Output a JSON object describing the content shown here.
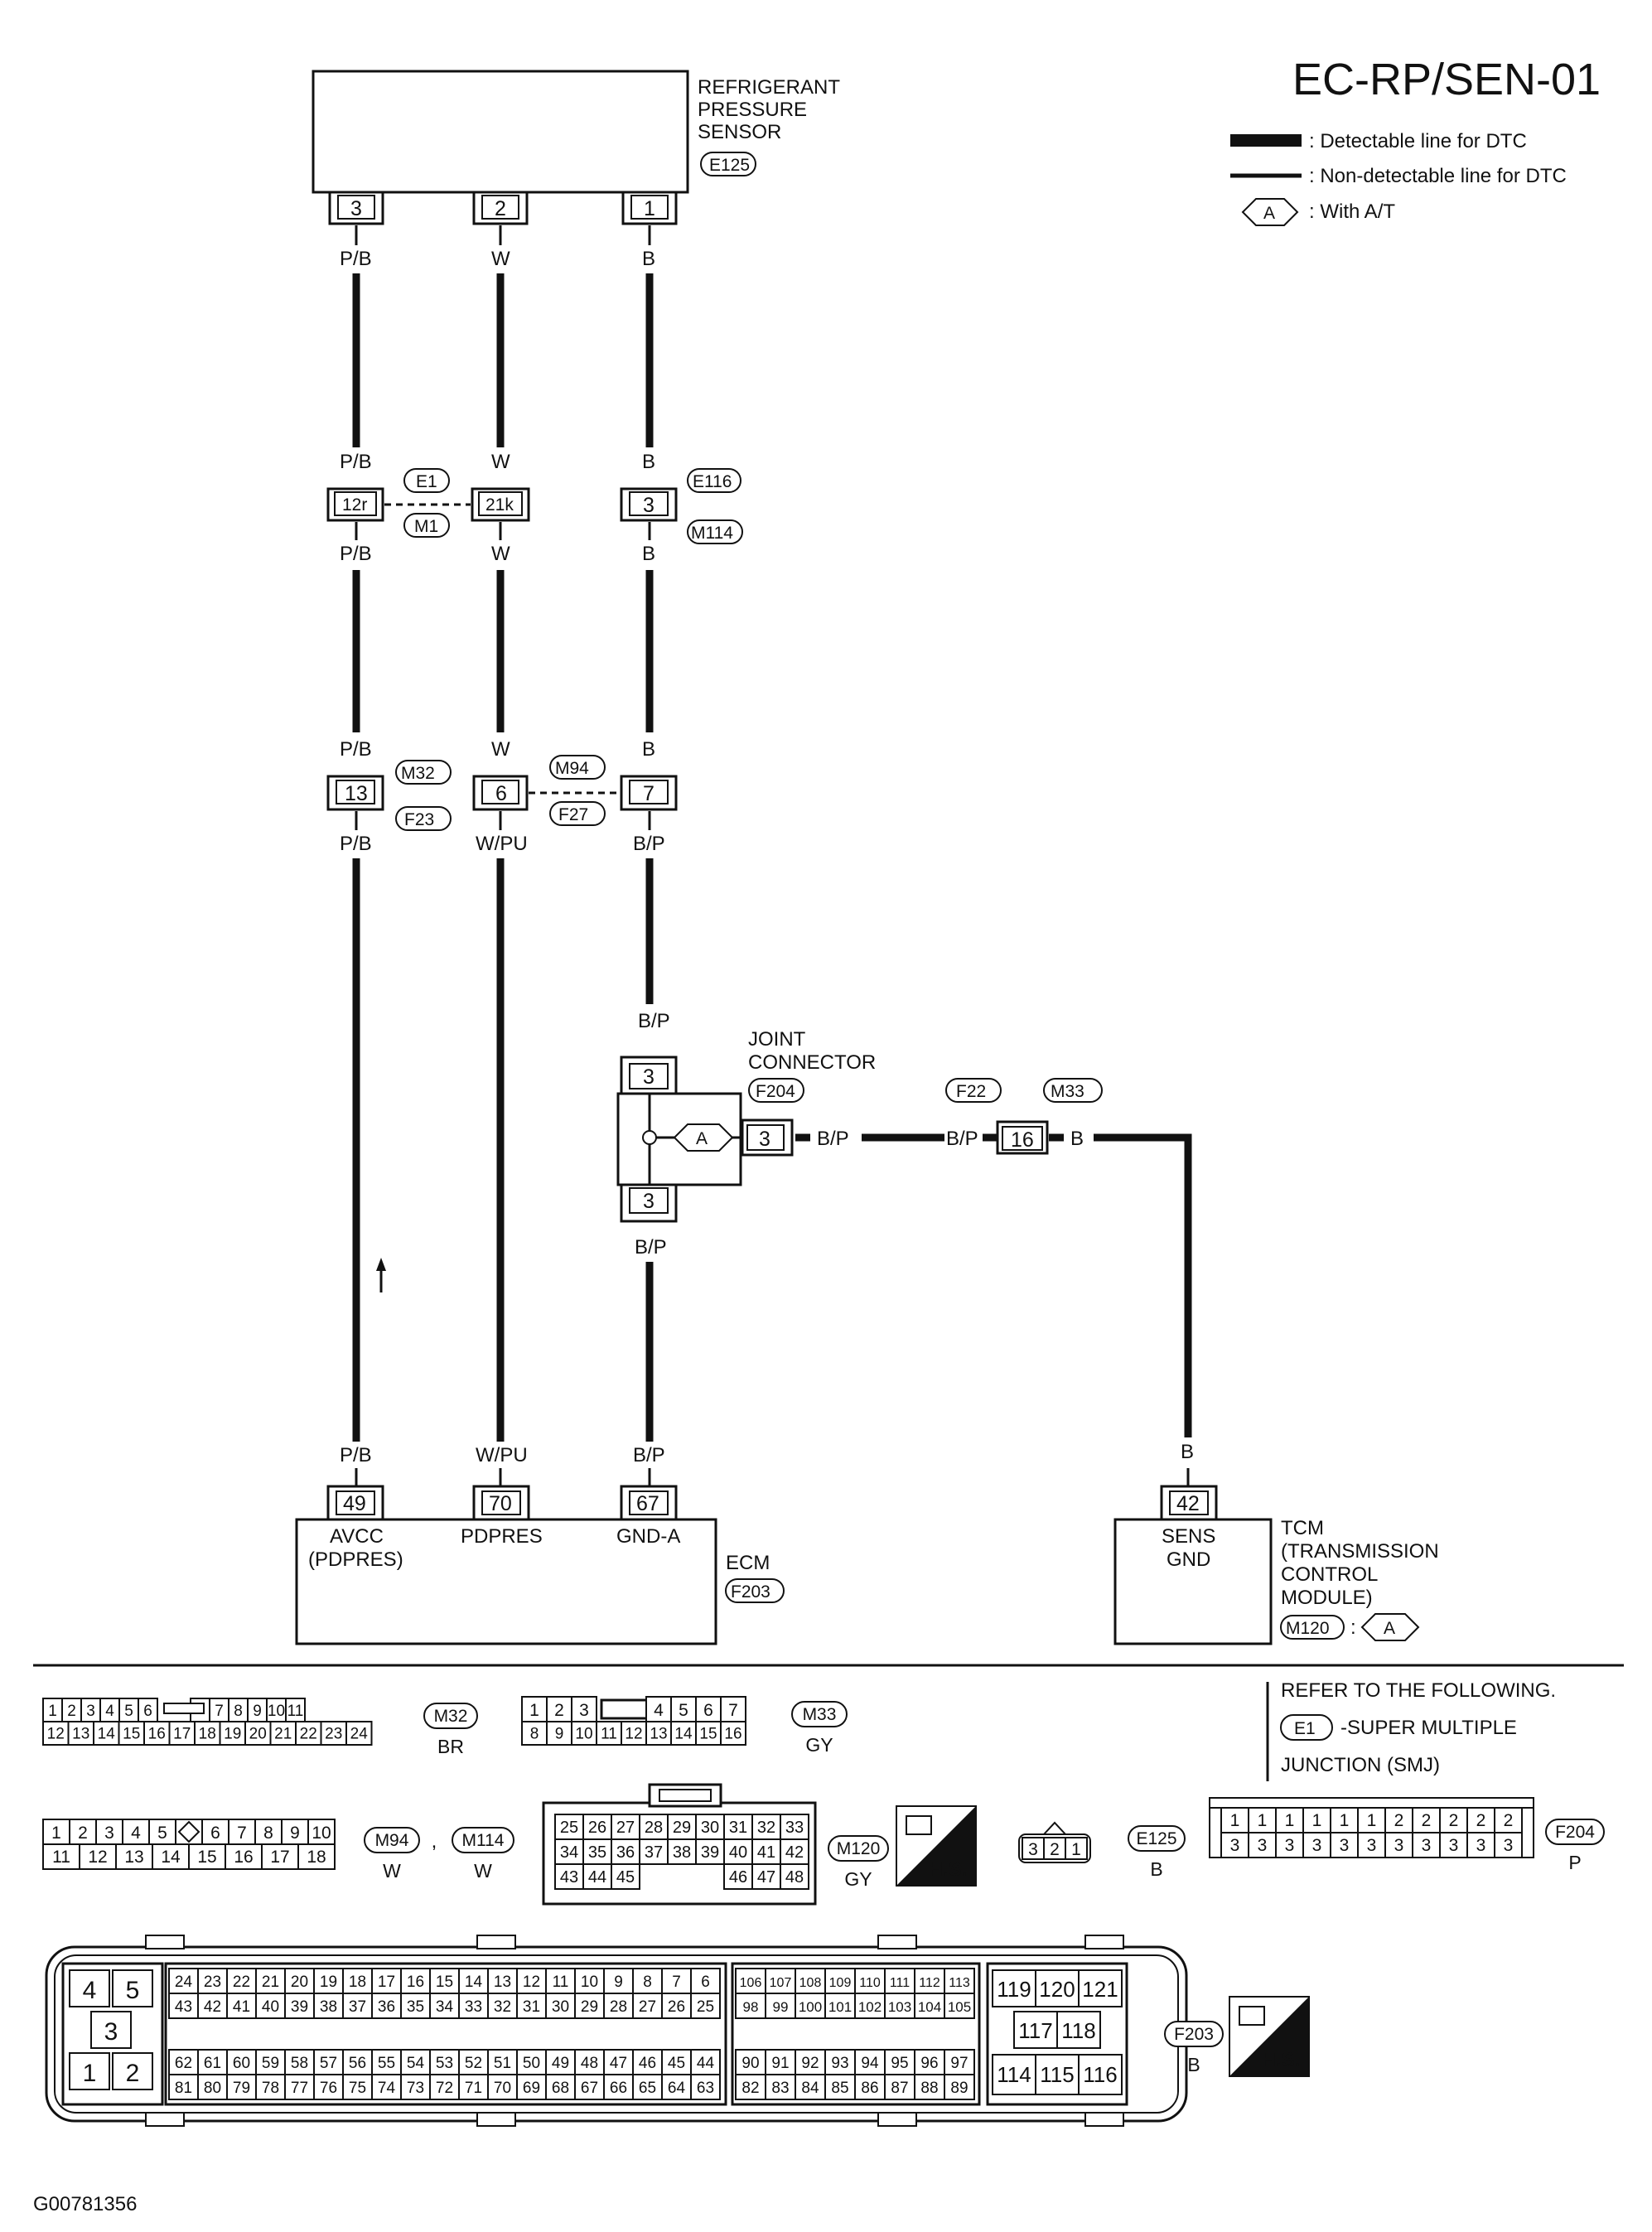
{
  "title": "EC-RP/SEN-01",
  "legend": {
    "detectable": ": Detectable line for DTC",
    "non_detectable": ": Non-detectable line for DTC",
    "with_at_symbol": "A",
    "with_at": ": With A/T"
  },
  "sensor": {
    "name_line1": "REFRIGERANT",
    "name_line2": "PRESSURE",
    "name_line3": "SENSOR",
    "connector": "E125",
    "pins": [
      "3",
      "2",
      "1"
    ]
  },
  "wires": {
    "top_colors": [
      "P/B",
      "W",
      "B"
    ],
    "smj_colors_above": [
      "P/B",
      "W",
      "B"
    ],
    "smj_colors_below": [
      "P/B",
      "W",
      "B"
    ],
    "mid_colors_above": [
      "P/B",
      "W",
      "B"
    ],
    "mid_colors_below": [
      "P/B",
      "W/PU",
      "B/P"
    ],
    "bottom_colors": [
      "P/B",
      "W/PU",
      "B/P"
    ]
  },
  "junction1": {
    "pins": [
      "12r",
      "21k",
      "3"
    ],
    "labels": [
      "E1",
      "M1",
      "E116",
      "M114"
    ]
  },
  "junction2": {
    "pins": [
      "13",
      "6",
      "7"
    ],
    "labels": [
      "M32",
      "F23",
      "M94",
      "F27"
    ]
  },
  "joint_connector": {
    "name_line1": "JOINT",
    "name_line2": "CONNECTOR",
    "connector": "F204",
    "pin_top": "3",
    "pin_right": "3",
    "pin_bottom": "3",
    "color_above": "B/P",
    "color_below": "B/P",
    "color_out": "B/P",
    "inner_symbol": "A"
  },
  "tcm_link": {
    "color_left": "B/P",
    "pin": "16",
    "color_right": "B",
    "labels": [
      "F22",
      "M33"
    ],
    "color_down": "B"
  },
  "ecm": {
    "pins": [
      "49",
      "70",
      "67"
    ],
    "terminal_1_line1": "AVCC",
    "terminal_1_line2": "(PDPRES)",
    "terminal_2": "PDPRES",
    "terminal_3": "GND-A",
    "name": "ECM",
    "connector": "F203"
  },
  "tcm": {
    "pin": "42",
    "terminal_line1": "SENS",
    "terminal_line2": "GND",
    "name_line1": "TCM",
    "name_line2": "(TRANSMISSION",
    "name_line3": "CONTROL",
    "name_line4": "MODULE)",
    "connector": "M120",
    "symbol": "A"
  },
  "refer": {
    "line1": "REFER TO THE FOLLOWING.",
    "code": "E1",
    "line2": "-SUPER MULTIPLE",
    "line3": "JUNCTION (SMJ)"
  },
  "connector_views": {
    "m32": {
      "top": [
        "1",
        "2",
        "3",
        "4",
        "5",
        "6",
        "",
        "7",
        "8",
        "9",
        "10",
        "11"
      ],
      "bottom": [
        "12",
        "13",
        "14",
        "15",
        "16",
        "17",
        "18",
        "19",
        "20",
        "21",
        "22",
        "23",
        "24"
      ],
      "code": "M32",
      "color": "BR"
    },
    "m33": {
      "top": [
        "1",
        "2",
        "3",
        "",
        "4",
        "5",
        "6",
        "7"
      ],
      "bottom": [
        "8",
        "9",
        "10",
        "11",
        "12",
        "13",
        "14",
        "15",
        "16"
      ],
      "code": "M33",
      "color": "GY"
    },
    "m94": {
      "top": [
        "1",
        "2",
        "3",
        "4",
        "5",
        "",
        "6",
        "7",
        "8",
        "9",
        "10"
      ],
      "bottom": [
        "11",
        "12",
        "13",
        "14",
        "15",
        "16",
        "17",
        "18"
      ],
      "code": "M94",
      "color": "W",
      "code2": "M114",
      "color2": "W",
      "sep": ","
    },
    "m120": {
      "row1": [
        "25",
        "26",
        "27",
        "28",
        "29",
        "30",
        "31",
        "32",
        "33"
      ],
      "row2": [
        "34",
        "35",
        "36",
        "37",
        "38",
        "39",
        "40",
        "41",
        "42"
      ],
      "row3": [
        "43",
        "44",
        "45",
        "",
        "",
        "",
        "46",
        "47",
        "48"
      ],
      "code": "M120",
      "color": "GY",
      "hs": "H.S."
    },
    "e125": {
      "pins": [
        "3",
        "2",
        "1"
      ],
      "code": "E125",
      "color": "B"
    },
    "f204": {
      "top": [
        "1",
        "1",
        "1",
        "1",
        "1",
        "1",
        "2",
        "2",
        "2",
        "2",
        "2"
      ],
      "bottom": [
        "3",
        "3",
        "3",
        "3",
        "3",
        "3",
        "3",
        "3",
        "3",
        "3",
        "3"
      ],
      "code": "F204",
      "color": "P"
    },
    "f203": {
      "left_block": [
        "4",
        "5",
        "3",
        "1",
        "2"
      ],
      "r1": [
        "24",
        "23",
        "22",
        "21",
        "20",
        "19",
        "18",
        "17",
        "16",
        "15",
        "14",
        "13",
        "12",
        "11",
        "10",
        "9",
        "8",
        "7",
        "6"
      ],
      "r2": [
        "43",
        "42",
        "41",
        "40",
        "39",
        "38",
        "37",
        "36",
        "35",
        "34",
        "33",
        "32",
        "31",
        "30",
        "29",
        "28",
        "27",
        "26",
        "25"
      ],
      "r3": [
        "62",
        "61",
        "60",
        "59",
        "58",
        "57",
        "56",
        "55",
        "54",
        "53",
        "52",
        "51",
        "50",
        "49",
        "48",
        "47",
        "46",
        "45",
        "44"
      ],
      "r4": [
        "81",
        "80",
        "79",
        "78",
        "77",
        "76",
        "75",
        "74",
        "73",
        "72",
        "71",
        "70",
        "69",
        "68",
        "67",
        "66",
        "65",
        "64",
        "63"
      ],
      "m1": [
        "106",
        "107",
        "108",
        "109",
        "110",
        "111",
        "112",
        "113"
      ],
      "m2": [
        "98",
        "99",
        "100",
        "101",
        "102",
        "103",
        "104",
        "105"
      ],
      "m3": [
        "90",
        "91",
        "92",
        "93",
        "94",
        "95",
        "96",
        "97"
      ],
      "m4": [
        "82",
        "83",
        "84",
        "85",
        "86",
        "87",
        "88",
        "89"
      ],
      "right_block": [
        "119",
        "120",
        "121",
        "117",
        "118",
        "114",
        "115",
        "116"
      ],
      "code": "F203",
      "color": "B",
      "hs": "H.S."
    }
  },
  "figure_id": "G00781356"
}
